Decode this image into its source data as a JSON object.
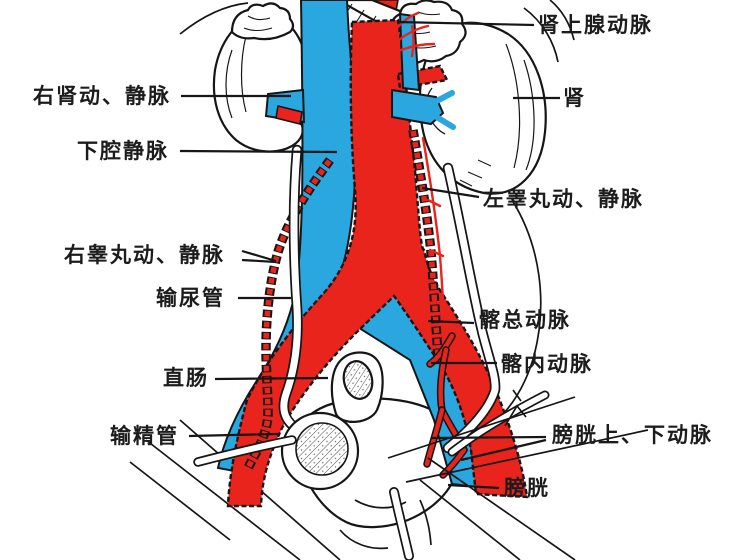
{
  "figure": {
    "type": "anatomical-diagram",
    "subject": "male urogenital blood vessels (kidneys, aorta, vena cava, bladder)",
    "colors": {
      "artery": "#e8241c",
      "vein": "#2ba7df",
      "outline": "#161616",
      "background": "#ffffff"
    }
  },
  "labels": {
    "adrenal_artery": "肾上腺动脉",
    "kidney": "肾",
    "right_renal_vessels": "右肾动、静脉",
    "inferior_vena_cava": "下腔静脉",
    "left_testicular_vessels": "左睾丸动、静脉",
    "right_testicular_vessels": "右睾丸动、静脉",
    "ureter": "输尿管",
    "common_iliac_artery": "髂总动脉",
    "internal_iliac_artery": "髂内动脉",
    "rectum": "直肠",
    "vas_deferens": "输精管",
    "vesical_arteries": "膀胱上、下动脉",
    "bladder": "膀胱"
  }
}
